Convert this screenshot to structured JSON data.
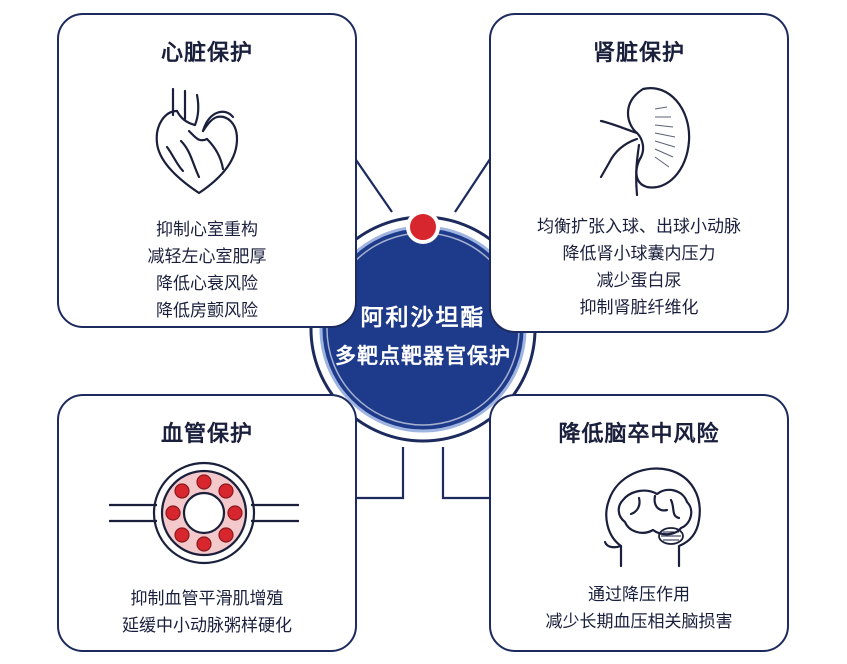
{
  "center": {
    "line1": "阿利沙坦酯",
    "line2": "多靶点靶器官保护"
  },
  "panels": {
    "heart": {
      "title": "心脏保护",
      "icon": "heart-icon",
      "items": [
        "抑制心室重构",
        "减轻左心室肥厚",
        "降低心衰风险",
        "降低房颤风险"
      ]
    },
    "kidney": {
      "title": "肾脏保护",
      "icon": "kidney-icon",
      "items": [
        "均衡扩张入球、出球小动脉",
        "降低肾小球囊内压力",
        "减少蛋白尿",
        "抑制肾脏纤维化"
      ]
    },
    "vessel": {
      "title": "血管保护",
      "icon": "blood-vessel-icon",
      "items": [
        "抑制血管平滑肌增殖",
        "延缓中小动脉粥样硬化"
      ]
    },
    "brain": {
      "title": "降低脑卒中风险",
      "icon": "brain-icon",
      "items": [
        "通过降压作用",
        "减少长期血压相关脑损害"
      ]
    }
  },
  "colors": {
    "navy": "#1c2a5e",
    "center_fill": "#1e3a8a",
    "accent_red": "#d7262e",
    "text": "#1a1f3c"
  }
}
